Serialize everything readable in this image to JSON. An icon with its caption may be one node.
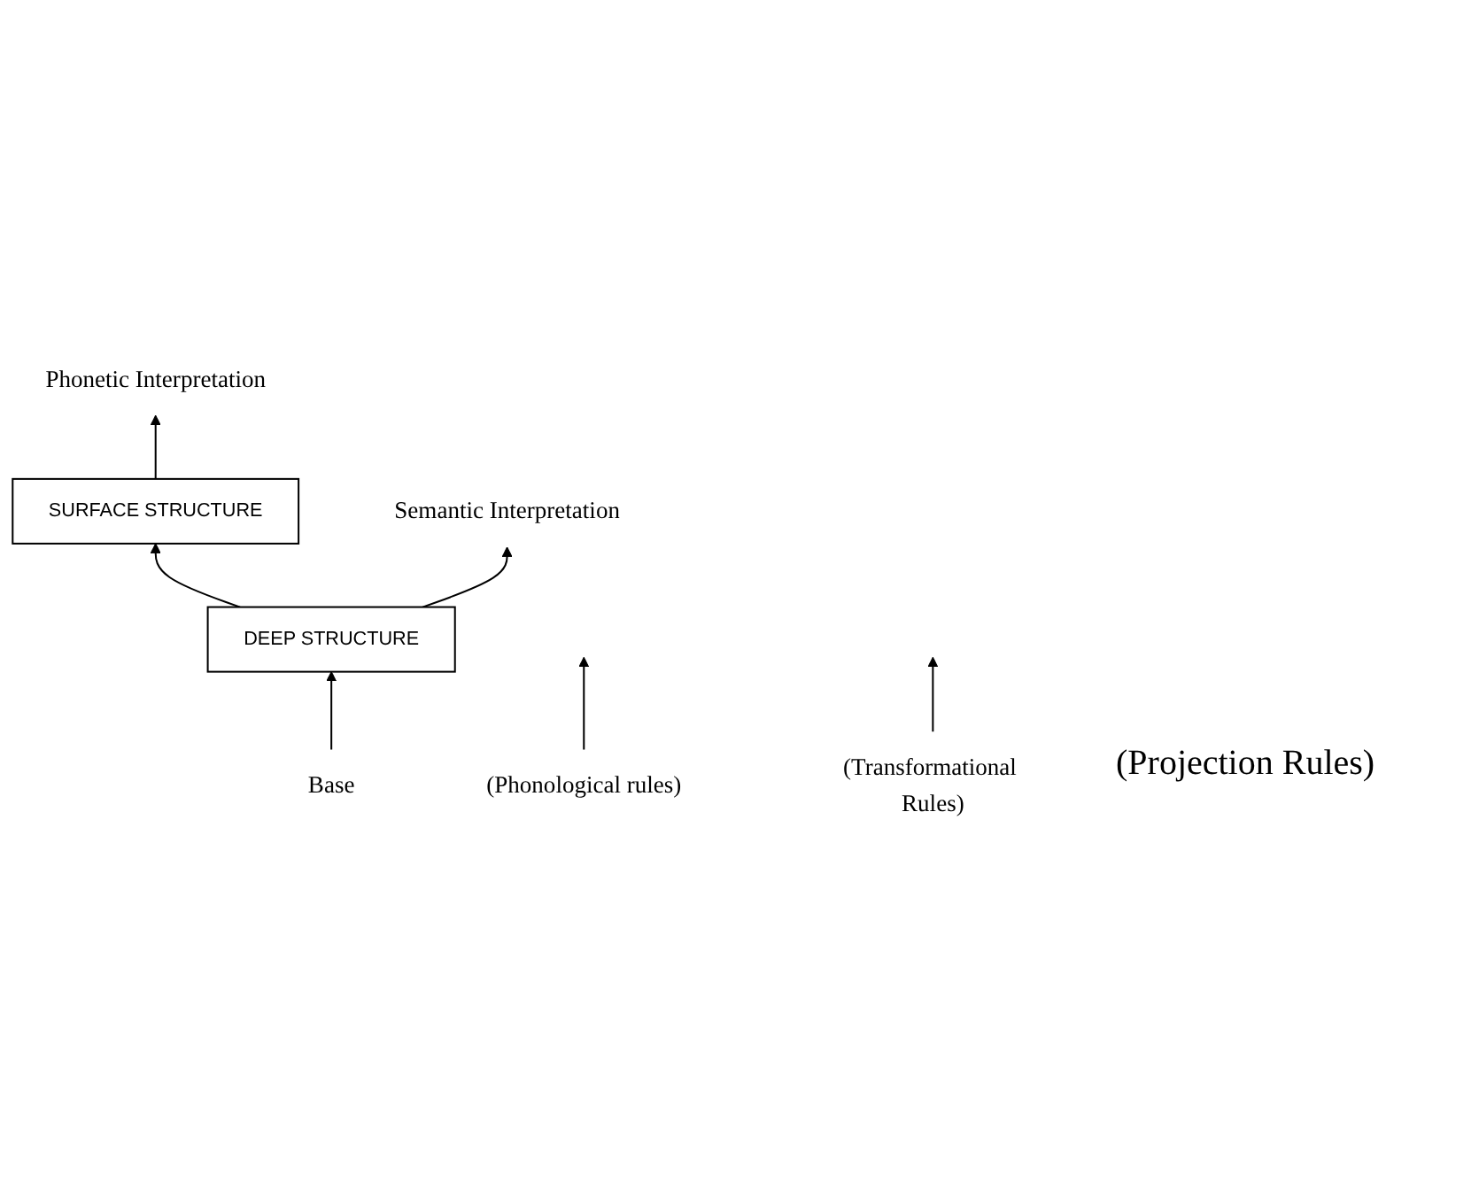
{
  "diagram": {
    "nodes": [
      {
        "text": [
          "Phonetic Interpretation"
        ]
      },
      {
        "text": [
          "(Phonological rules)"
        ]
      },
      {
        "text": [
          "SURFACE STRUCTURE"
        ]
      },
      {
        "text": [
          "(Transformational Rules)"
        ]
      },
      {
        "text": [
          "DEEP STRUCTURE"
        ]
      },
      {
        "text": [
          "Base"
        ]
      },
      {
        "text": [
          "Semantic Interpretation"
        ]
      }
    ],
    "edges": [
      {
        "from": 2,
        "to": 0,
        "arrow": "to"
      },
      {
        "from": 1,
        "to": null,
        "arrow": "to"
      },
      {
        "from": 4,
        "to": 2,
        "arrow": "to"
      },
      {
        "from": 3,
        "to": null,
        "arrow": "to"
      },
      {
        "from": 5,
        "to": 4,
        "arrow": "to"
      },
      {
        "from": 4,
        "to": 6,
        "arrow": "to"
      }
    ],
    "labels": [
      "(Projection Rules)"
    ]
  }
}
